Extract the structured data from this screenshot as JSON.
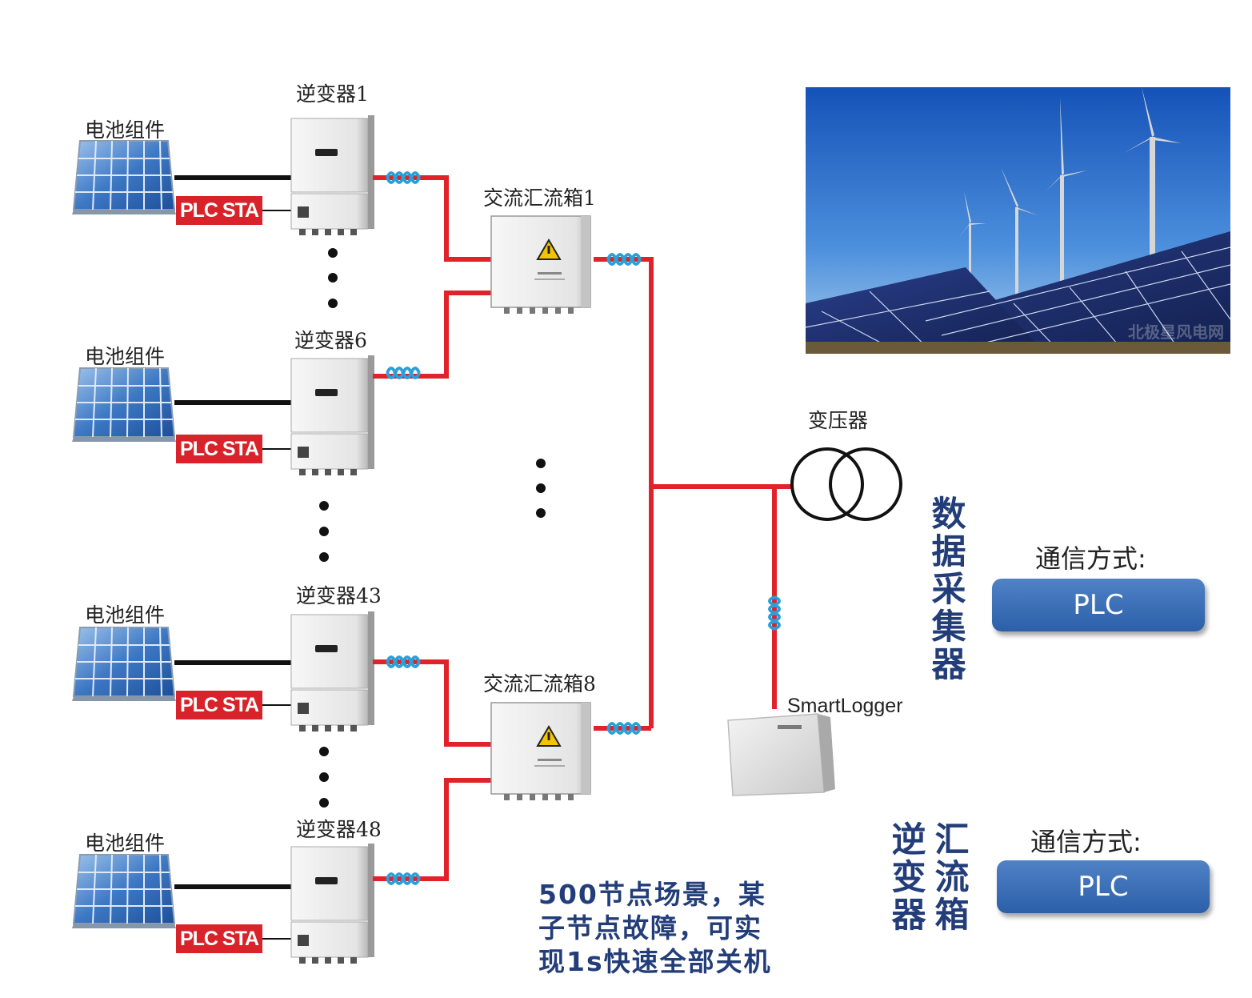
{
  "rows": [
    {
      "panel_label": "电池组件",
      "inverter_label": "逆变器1",
      "plc_label": "PLC STA"
    },
    {
      "panel_label": "电池组件",
      "inverter_label": "逆变器6",
      "plc_label": "PLC STA"
    },
    {
      "panel_label": "电池组件",
      "inverter_label": "逆变器43",
      "plc_label": "PLC STA"
    },
    {
      "panel_label": "电池组件",
      "inverter_label": "逆变器48",
      "plc_label": "PLC STA"
    }
  ],
  "combiner_boxes": [
    "交流汇流箱1",
    "交流汇流箱8"
  ],
  "transformer_label": "变压器",
  "logger_label": "SmartLogger",
  "photo_watermark": "北极星风电网",
  "data_collector": {
    "vertical_label": [
      "数",
      "据",
      "采",
      "集",
      "器"
    ],
    "comm_label": "通信方式:",
    "comm_value": "PLC"
  },
  "inverter_combiner": {
    "vertical_col_1": [
      "逆",
      "变",
      "器"
    ],
    "vertical_col_2": [
      "汇",
      "流",
      "箱"
    ],
    "comm_label": "通信方式:",
    "comm_value": "PLC"
  },
  "caption_lines": [
    "500节点场景，某",
    "子节点故障，可实",
    "现1s快速全部关机"
  ],
  "colors": {
    "power_line": "#e0232b",
    "plc_red": "#d8232a",
    "accent_navy": "#223d78",
    "pill_blue": "#3a6db5",
    "coil_blue": "#2aa0d8"
  }
}
